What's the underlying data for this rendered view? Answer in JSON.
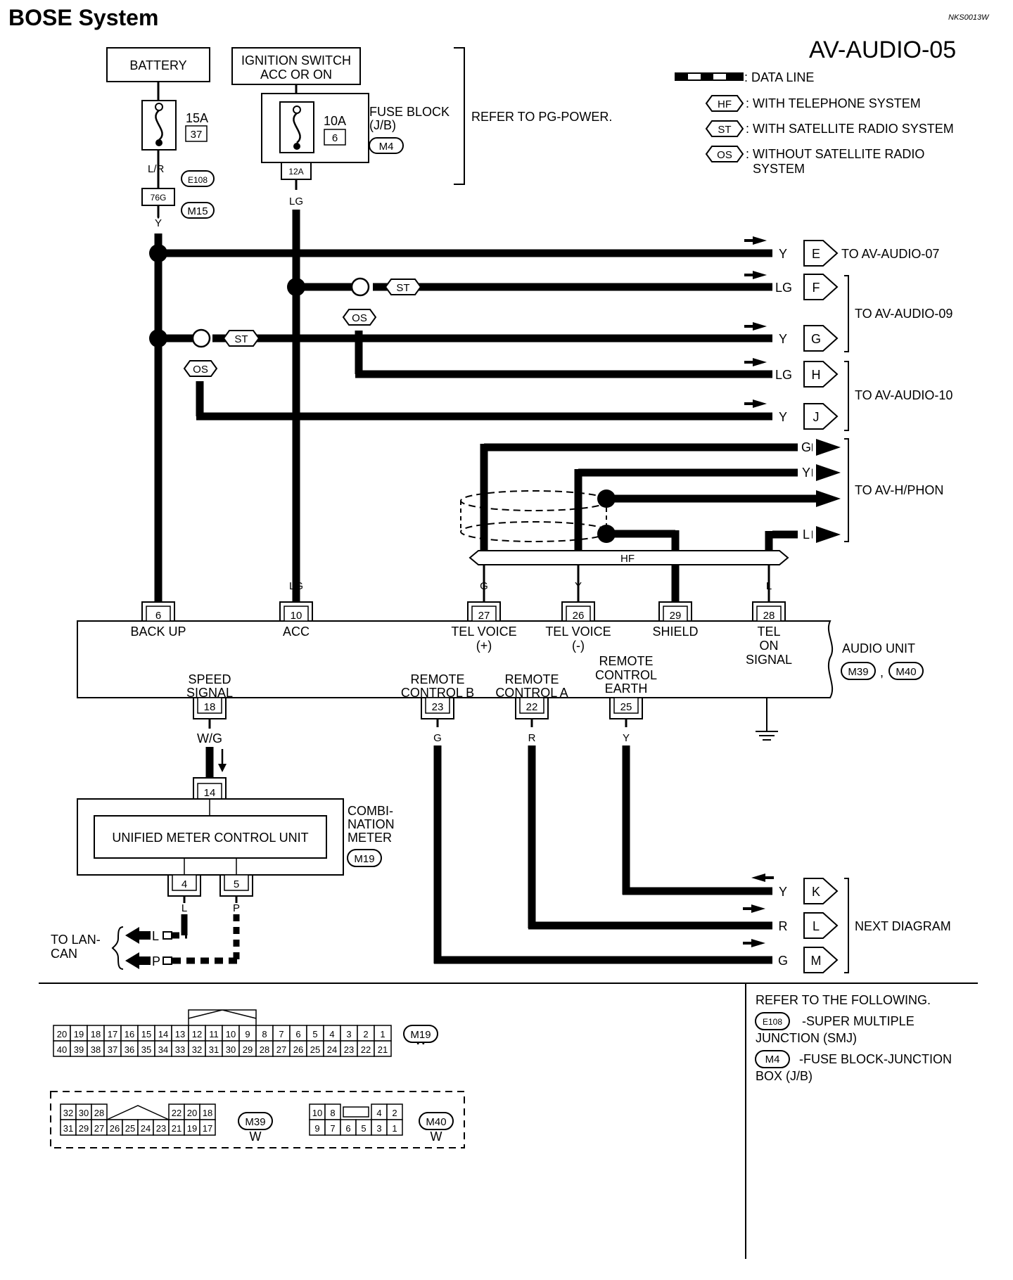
{
  "header": {
    "title": "BOSE System",
    "code": "NKS0013W",
    "page_id": "AV-AUDIO-05"
  },
  "legend": {
    "data_line": ": DATA LINE",
    "items": [
      {
        "tag": "HF",
        "text": ": WITH TELEPHONE SYSTEM"
      },
      {
        "tag": "ST",
        "text": ": WITH SATELLITE RADIO SYSTEM"
      },
      {
        "tag": "OS",
        "text": ": WITHOUT SATELLITE RADIO",
        "text2": "SYSTEM"
      }
    ]
  },
  "power": {
    "battery": "BATTERY",
    "ignition_line1": "IGNITION SWITCH",
    "ignition_line2": "ACC OR ON",
    "fuse1_amp": "15A",
    "fuse1_num": "37",
    "fuse2_amp": "10A",
    "fuse2_num": "6",
    "fuse_block_line1": "FUSE BLOCK",
    "fuse_block_line2": "(J/B)",
    "fuse_block_conn": "M4",
    "refer": "REFER TO PG-POWER.",
    "wire_lr": "L/R",
    "conn_e108": "E108",
    "term_76g": "76G",
    "conn_m15": "M15",
    "term_12a": "12A"
  },
  "wires": {
    "y": "Y",
    "lg": "LG",
    "g": "G",
    "l": "L",
    "r": "R",
    "p": "P",
    "wg": "W/G"
  },
  "tags": {
    "st": "ST",
    "os": "OS",
    "hf": "HF"
  },
  "offpage": {
    "e": "E",
    "f": "F",
    "g": "G",
    "h": "H",
    "j": "J",
    "k": "K",
    "l": "L",
    "m": "M",
    "to_07": "TO AV-AUDIO-07",
    "to_09": "TO AV-AUDIO-09",
    "to_10": "TO AV-AUDIO-10",
    "to_hphon": "TO AV-H/PHON",
    "next": "NEXT DIAGRAM"
  },
  "audio_unit": {
    "name": "AUDIO UNIT",
    "conn1": "M39",
    "conn2": "M40",
    "top_pins": [
      {
        "num": "6",
        "label": "BACK UP"
      },
      {
        "num": "10",
        "label": "ACC"
      },
      {
        "num": "27",
        "label": "TEL VOICE",
        "label2": "(+)"
      },
      {
        "num": "26",
        "label": "TEL VOICE",
        "label2": "(-)"
      },
      {
        "num": "29",
        "label": "SHIELD"
      },
      {
        "num": "28",
        "label": "TEL",
        "label2": "ON",
        "label3": "SIGNAL"
      }
    ],
    "bottom_pins": [
      {
        "num": "18",
        "label": "SPEED",
        "label2": "SIGNAL"
      },
      {
        "num": "23",
        "label": "REMOTE",
        "label2": "CONTROL B"
      },
      {
        "num": "22",
        "label": "REMOTE",
        "label2": "CONTROL A"
      },
      {
        "num": "25",
        "label": "REMOTE",
        "label2": "CONTROL",
        "label3": "EARTH"
      }
    ]
  },
  "meter": {
    "inner": "UNIFIED METER CONTROL UNIT",
    "label1": "COMBI-",
    "label2": "NATION",
    "label3": "METER",
    "conn": "M19",
    "pin_in": "14",
    "pin_l": "4",
    "pin_p": "5",
    "to_lan1": "TO LAN-",
    "to_lan2": "CAN"
  },
  "refer_box": {
    "line1": "REFER TO THE FOLLOWING.",
    "e108": "E108",
    "e108_text": "-SUPER MULTIPLE",
    "e108_text2": "JUNCTION (SMJ)",
    "m4": "M4",
    "m4_text": "-FUSE BLOCK-JUNCTION",
    "m4_text2": "BOX (J/B)"
  },
  "connectors": {
    "m19_top": [
      "20",
      "19",
      "18",
      "17",
      "16",
      "15",
      "14",
      "13",
      "12",
      "11",
      "10",
      "9",
      "8",
      "7",
      "6",
      "5",
      "4",
      "3",
      "2",
      "1"
    ],
    "m19_bottom": [
      "40",
      "39",
      "38",
      "37",
      "36",
      "35",
      "34",
      "33",
      "32",
      "31",
      "30",
      "29",
      "28",
      "27",
      "26",
      "25",
      "24",
      "23",
      "22",
      "21"
    ],
    "m19_label": "M19",
    "m19_color": "W",
    "m39_top_left": [
      "32",
      "30",
      "28"
    ],
    "m39_top_right": [
      "22",
      "20",
      "18"
    ],
    "m39_bottom": [
      "31",
      "29",
      "27",
      "26",
      "25",
      "24",
      "23",
      "21",
      "19",
      "17"
    ],
    "m39_label": "M39",
    "m39_color": "W",
    "m40_top_left": [
      "10",
      "8"
    ],
    "m40_top_right": [
      "4",
      "2"
    ],
    "m40_bottom": [
      "9",
      "7",
      "6",
      "5",
      "3",
      "1"
    ],
    "m40_label": "M40",
    "m40_color": "W"
  }
}
